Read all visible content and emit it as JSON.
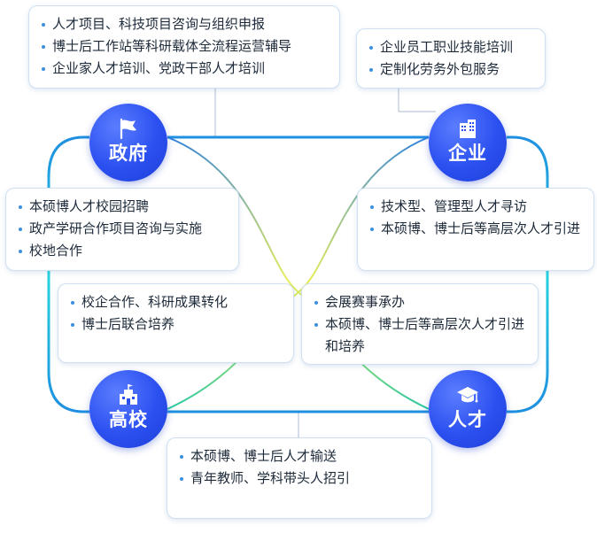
{
  "colors": {
    "node_fill": "#2b50f0",
    "line_blue": "#1f8fe0",
    "line_cyan": "#27d3e0",
    "line_green": "#a6e06a",
    "line_yellow": "#e8ee5a",
    "bullet": "#3a8fe0"
  },
  "nodes": {
    "government": {
      "label": "政府",
      "icon": "flag-icon"
    },
    "enterprise": {
      "label": "企业",
      "icon": "building-icon"
    },
    "university": {
      "label": "高校",
      "icon": "school-icon"
    },
    "talent": {
      "label": "人才",
      "icon": "graduation-cap-icon"
    }
  },
  "boxes": {
    "government_services": [
      "人才项目、科技项目咨询与组织申报",
      "博士后工作站等科研载体全流程运营辅导",
      "企业家人才培训、党政干部人才培训"
    ],
    "enterprise_services": [
      "企业员工职业技能培训",
      "定制化劳务外包服务"
    ],
    "government_university": [
      "本硕博人才校园招聘",
      "政产学研合作项目咨询与实施",
      "校地合作"
    ],
    "enterprise_talent": [
      "技术型、管理型人才寻访",
      "本硕博、博士后等高层次人才引进"
    ],
    "university_enterprise": [
      "校企合作、科研成果转化",
      "博士后联合培养"
    ],
    "government_talent": [
      "会展赛事承办",
      "本硕博、博士后等高层次人才引进和培养"
    ],
    "university_talent": [
      "本硕博、博士后人才输送",
      "青年教师、学科带头人招引"
    ]
  }
}
